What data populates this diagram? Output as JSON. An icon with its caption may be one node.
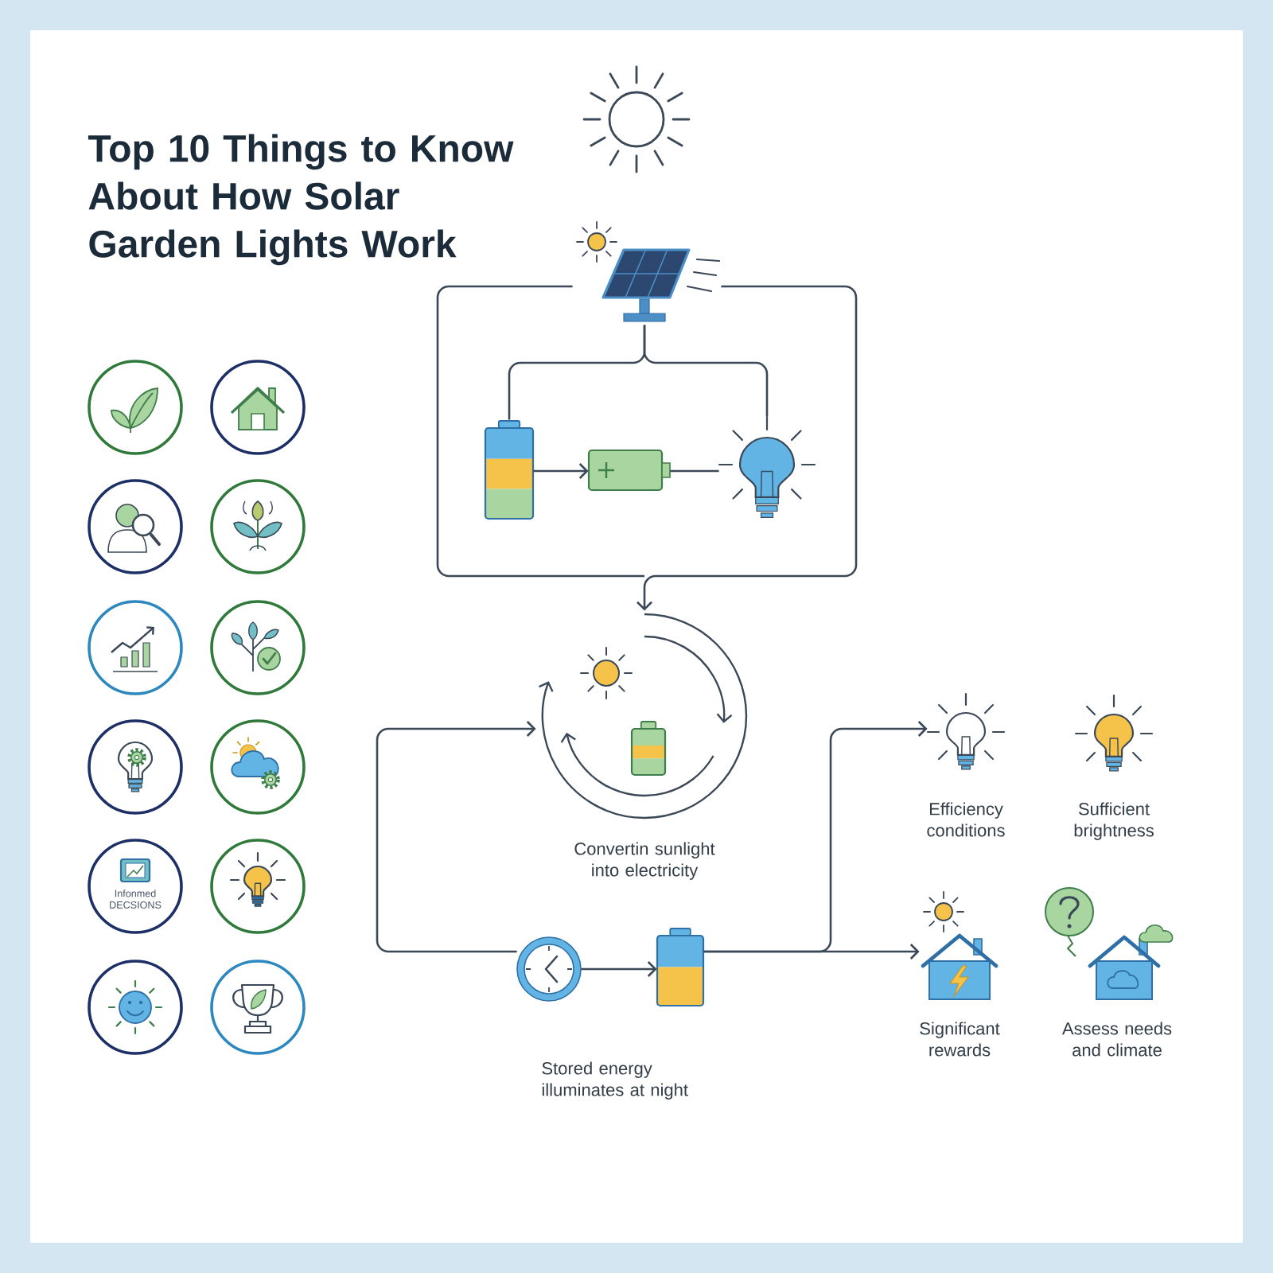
{
  "diagram": {
    "title": "Top 10 Things to Know About How Solar Garden Lights Work",
    "nodes": [
      {
        "text": [],
        "shape": "picture"
      },
      {
        "text": [],
        "shape": "picture"
      },
      {
        "text": [],
        "shape": "picture"
      },
      {
        "text": [],
        "shape": "picture"
      },
      {
        "text": [],
        "shape": "picture",
        "beside": [
          "Convertin sunlight into electricity"
        ]
      },
      {
        "text": [],
        "shape": "picture"
      },
      {
        "text": [],
        "shape": "picture"
      },
      {
        "text": [],
        "shape": "picture",
        "beside": [
          "Efficiency conditions"
        ]
      },
      {
        "text": [],
        "shape": "picture",
        "beside": [
          "Sufficient brightness"
        ]
      },
      {
        "text": [],
        "shape": "picture",
        "beside": [
          "Significant rewards"
        ]
      },
      {
        "text": [],
        "shape": "picture",
        "beside": [
          "Assess needs and climate"
        ]
      },
      {
        "text": [],
        "shape": "circle"
      },
      {
        "text": [],
        "shape": "circle"
      },
      {
        "text": [],
        "shape": "circle"
      },
      {
        "text": [],
        "shape": "circle"
      },
      {
        "text": [],
        "shape": "circle"
      },
      {
        "text": [],
        "shape": "circle"
      },
      {
        "text": [],
        "shape": "circle"
      },
      {
        "text": [],
        "shape": "circle"
      },
      {
        "text": [
          "Infonmed DECSIONS"
        ]
      },
      {
        "text": [],
        "shape": "circle"
      },
      {
        "text": [],
        "shape": "circle"
      },
      {
        "text": [],
        "shape": "circle"
      }
    ],
    "edges": [
      {
        "from": 0,
        "to": 4,
        "arrow": "to"
      },
      {
        "from": 0,
        "to": 1,
        "arrow": "none"
      },
      {
        "from": 0,
        "to": 3,
        "arrow": "none"
      },
      {
        "from": 1,
        "to": 2,
        "arrow": "to"
      },
      {
        "from": 2,
        "to": 3,
        "arrow": "none"
      },
      {
        "from": 5,
        "to": 4,
        "arrow": "to"
      },
      {
        "from": 5,
        "to": 6,
        "arrow": "to"
      },
      {
        "from": 6,
        "to": 7,
        "arrow": "to"
      },
      {
        "from": 6,
        "to": 9,
        "arrow": "to"
      }
    ],
    "labels": [
      "Stored energy illuminates at night"
    ]
  }
}
